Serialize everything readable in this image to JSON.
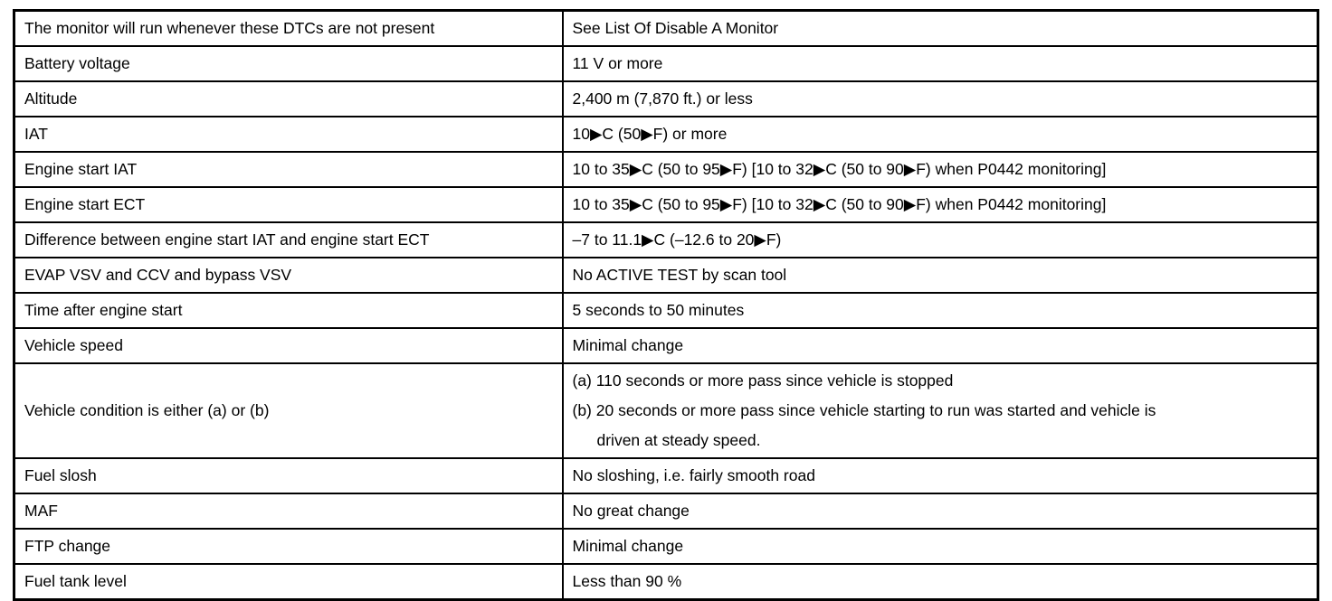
{
  "table": {
    "rows": [
      {
        "condition": "The monitor will run whenever these DTCs are not present",
        "value": "See List Of Disable A Monitor"
      },
      {
        "condition": "Battery voltage",
        "value": "11 V or more"
      },
      {
        "condition": "Altitude",
        "value": "2,400 m (7,870 ft.) or less"
      },
      {
        "condition": "IAT",
        "value": "10▶C (50▶F) or more"
      },
      {
        "condition": "Engine start IAT",
        "value": "10 to 35▶C (50 to 95▶F) [10 to 32▶C (50 to 90▶F) when P0442 monitoring]"
      },
      {
        "condition": "Engine start ECT",
        "value": "10 to 35▶C (50 to 95▶F) [10 to 32▶C (50 to 90▶F) when P0442 monitoring]"
      },
      {
        "condition": "Difference between engine start IAT and engine start ECT",
        "value": "–7 to 11.1▶C (–12.6 to 20▶F)"
      },
      {
        "condition": "EVAP VSV and CCV and bypass VSV",
        "value": "No ACTIVE TEST by scan tool"
      },
      {
        "condition": "Time after engine start",
        "value": "5 seconds to 50 minutes"
      },
      {
        "condition": "Vehicle speed",
        "value": "Minimal change"
      },
      {
        "condition": "Vehicle condition is either (a) or (b)",
        "value_lines": [
          "(a) 110 seconds or more pass since vehicle is stopped",
          "(b) 20 seconds or more pass since vehicle starting to run was started and vehicle is",
          "driven at steady speed."
        ]
      },
      {
        "condition": "Fuel slosh",
        "value": "No sloshing, i.e. fairly smooth road"
      },
      {
        "condition": "MAF",
        "value": "No great change"
      },
      {
        "condition": "FTP change",
        "value": "Minimal change"
      },
      {
        "condition": "Fuel tank level",
        "value": "Less than 90 %"
      }
    ]
  }
}
